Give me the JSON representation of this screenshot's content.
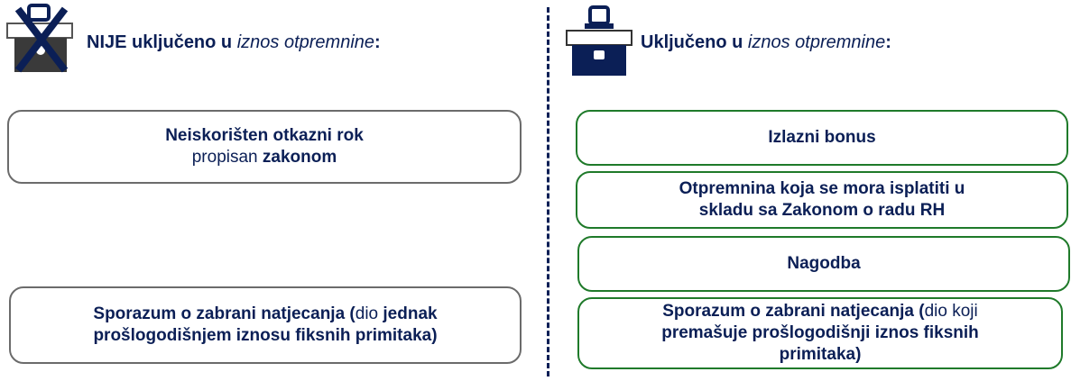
{
  "left": {
    "heading_prefix": "NIJE uključeno u ",
    "heading_italic": "iznos otpremnine",
    "heading_suffix": ":",
    "icon": "briefcase-crossed-icon",
    "boxes": [
      {
        "line1_bold": "Neiskorišten otkazni rok",
        "line2_normal": "propisan ",
        "line2_bold": "zakonom"
      },
      {
        "line1_bold": "Sporazum o zabrani natjecanja (",
        "line1_normal": "dio ",
        "line1_bold2": "jednak",
        "line2_bold": "prošlogodišnjem iznosu fiksnih primitaka)"
      }
    ]
  },
  "right": {
    "heading_prefix": "Uključeno u ",
    "heading_italic": "iznos otpremnine",
    "heading_suffix": ":",
    "icon": "briefcase-icon",
    "boxes": [
      {
        "text": "Izlazni bonus"
      },
      {
        "line1": "Otpremnina koja se mora isplatiti u",
        "line2": "skladu sa Zakonom o radu RH"
      },
      {
        "text": "Nagodba"
      },
      {
        "line1_bold": "Sporazum o zabrani natjecanja (",
        "line1_normal": "dio koji",
        "line2": "premašuje prošlogodišnji iznos fiksnih",
        "line3": "primitaka)"
      }
    ]
  },
  "colors": {
    "navy": "#0b1f56",
    "gray_border": "#6b6b6b",
    "green_border": "#1f7a2a"
  }
}
